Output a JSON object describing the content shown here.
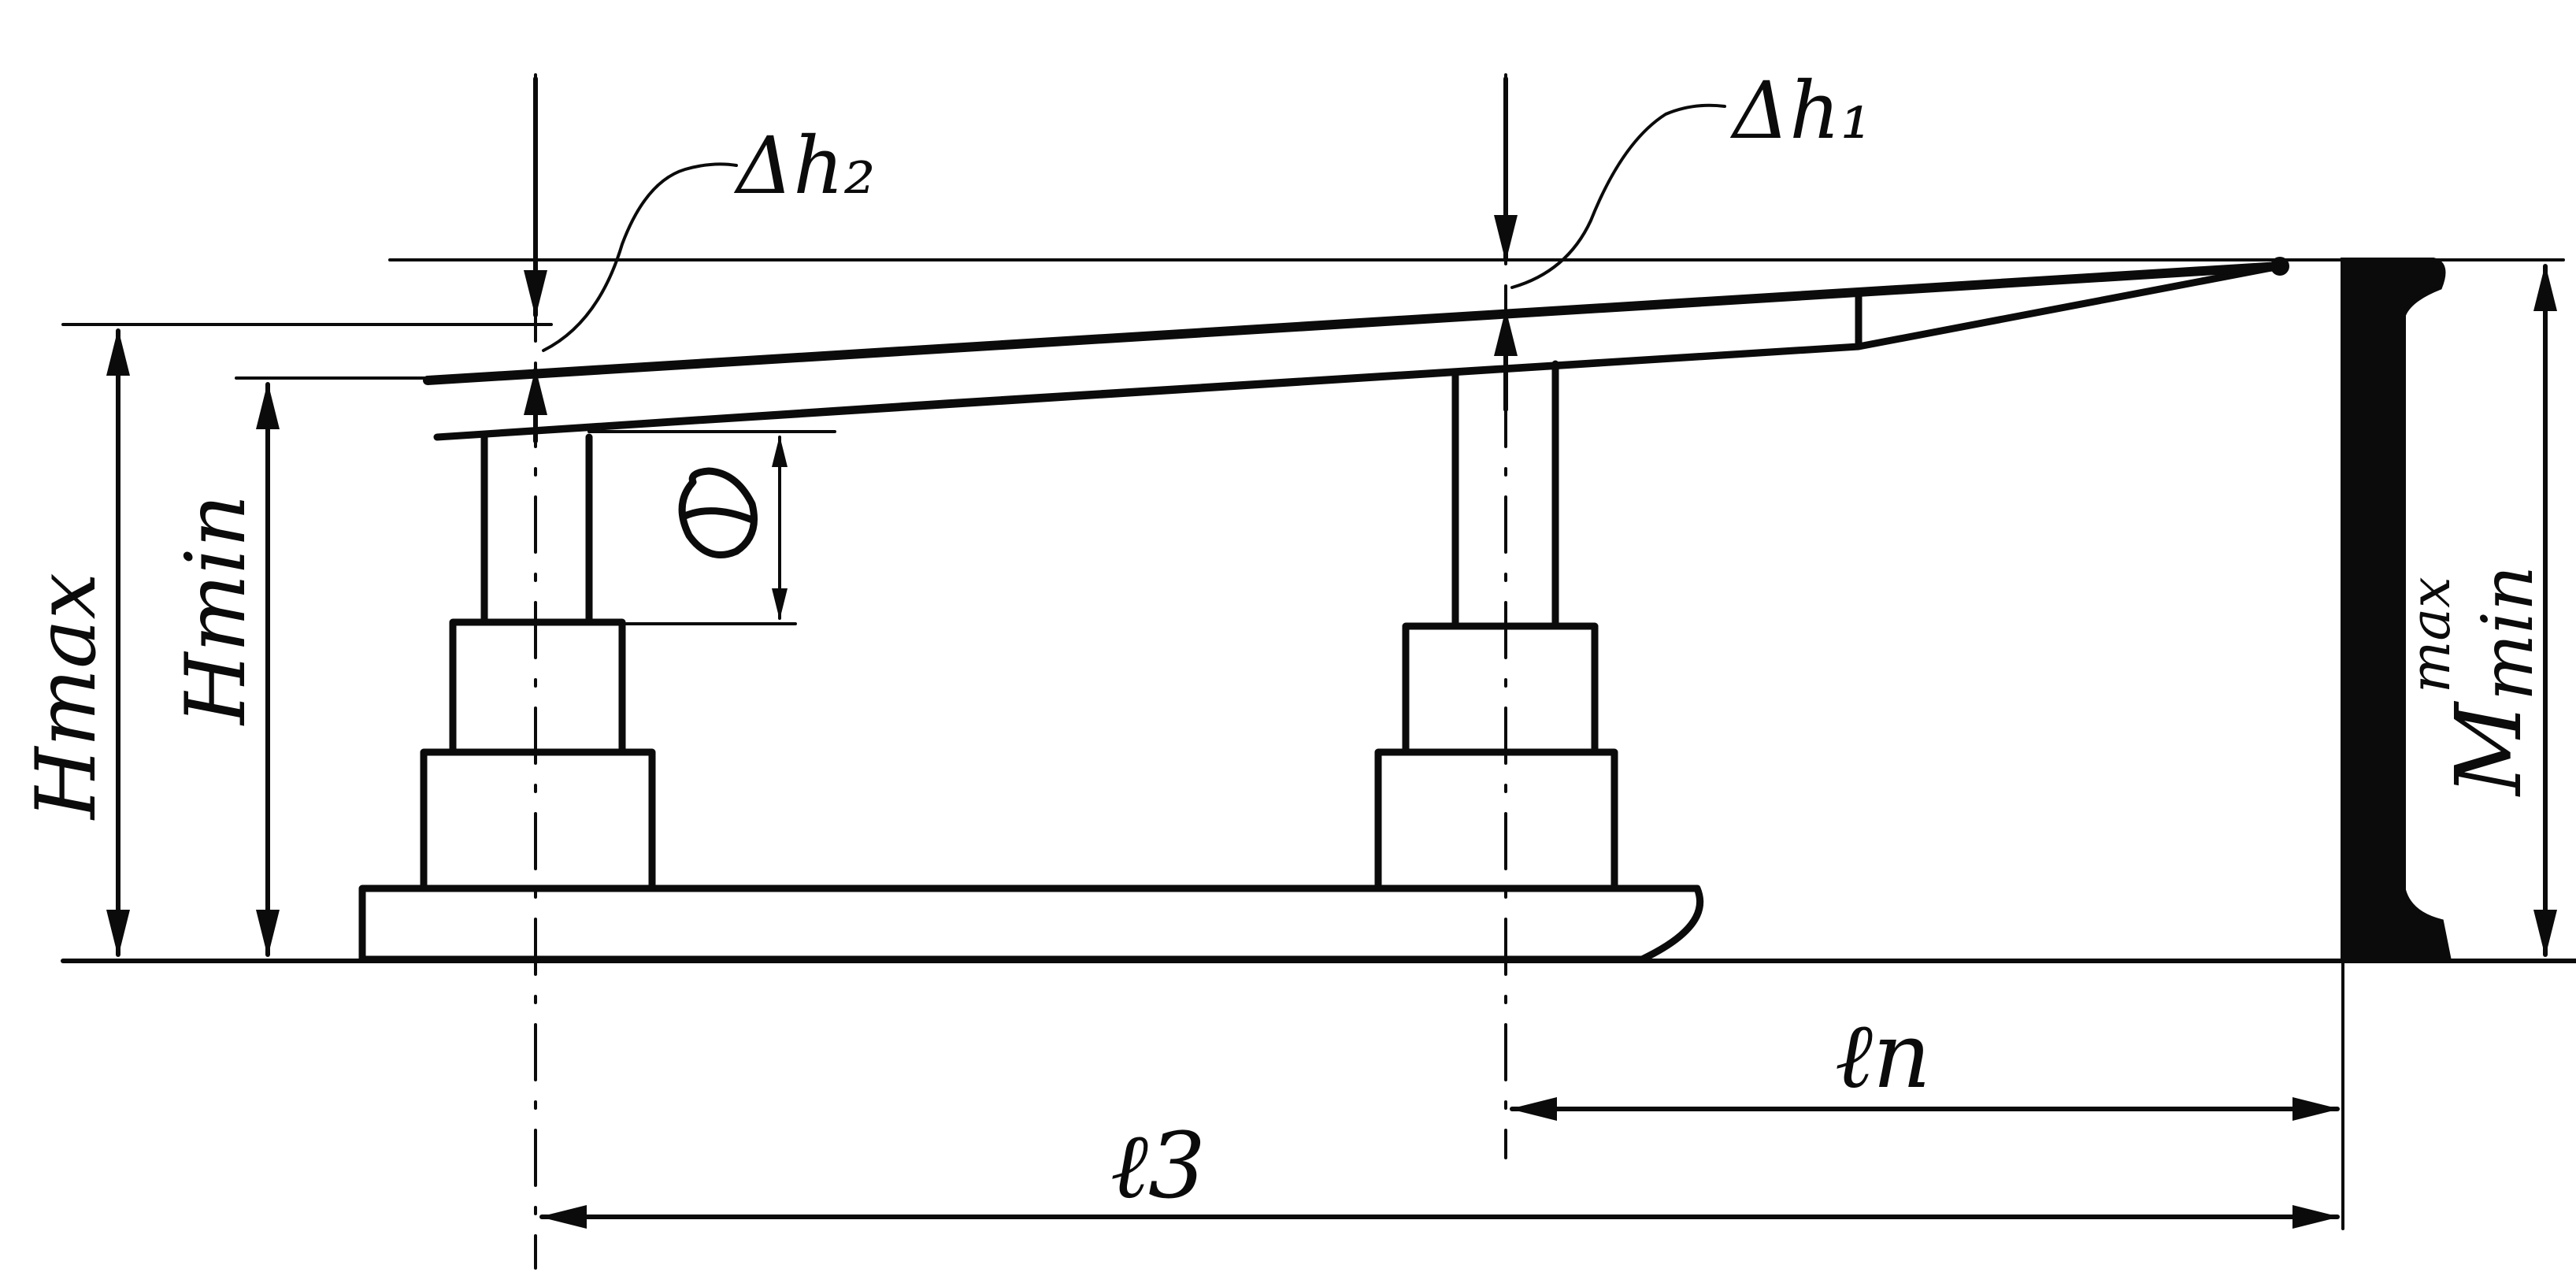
{
  "labels": {
    "h_max": "Hmax",
    "h_min": "Hmin",
    "delta_h1": "Δh₁",
    "delta_h2": "Δh₂",
    "angle": "θ",
    "l_n": "ℓn",
    "l_3": "ℓ3",
    "m_max": "max",
    "m_min": "min",
    "m_symbol": "M"
  }
}
